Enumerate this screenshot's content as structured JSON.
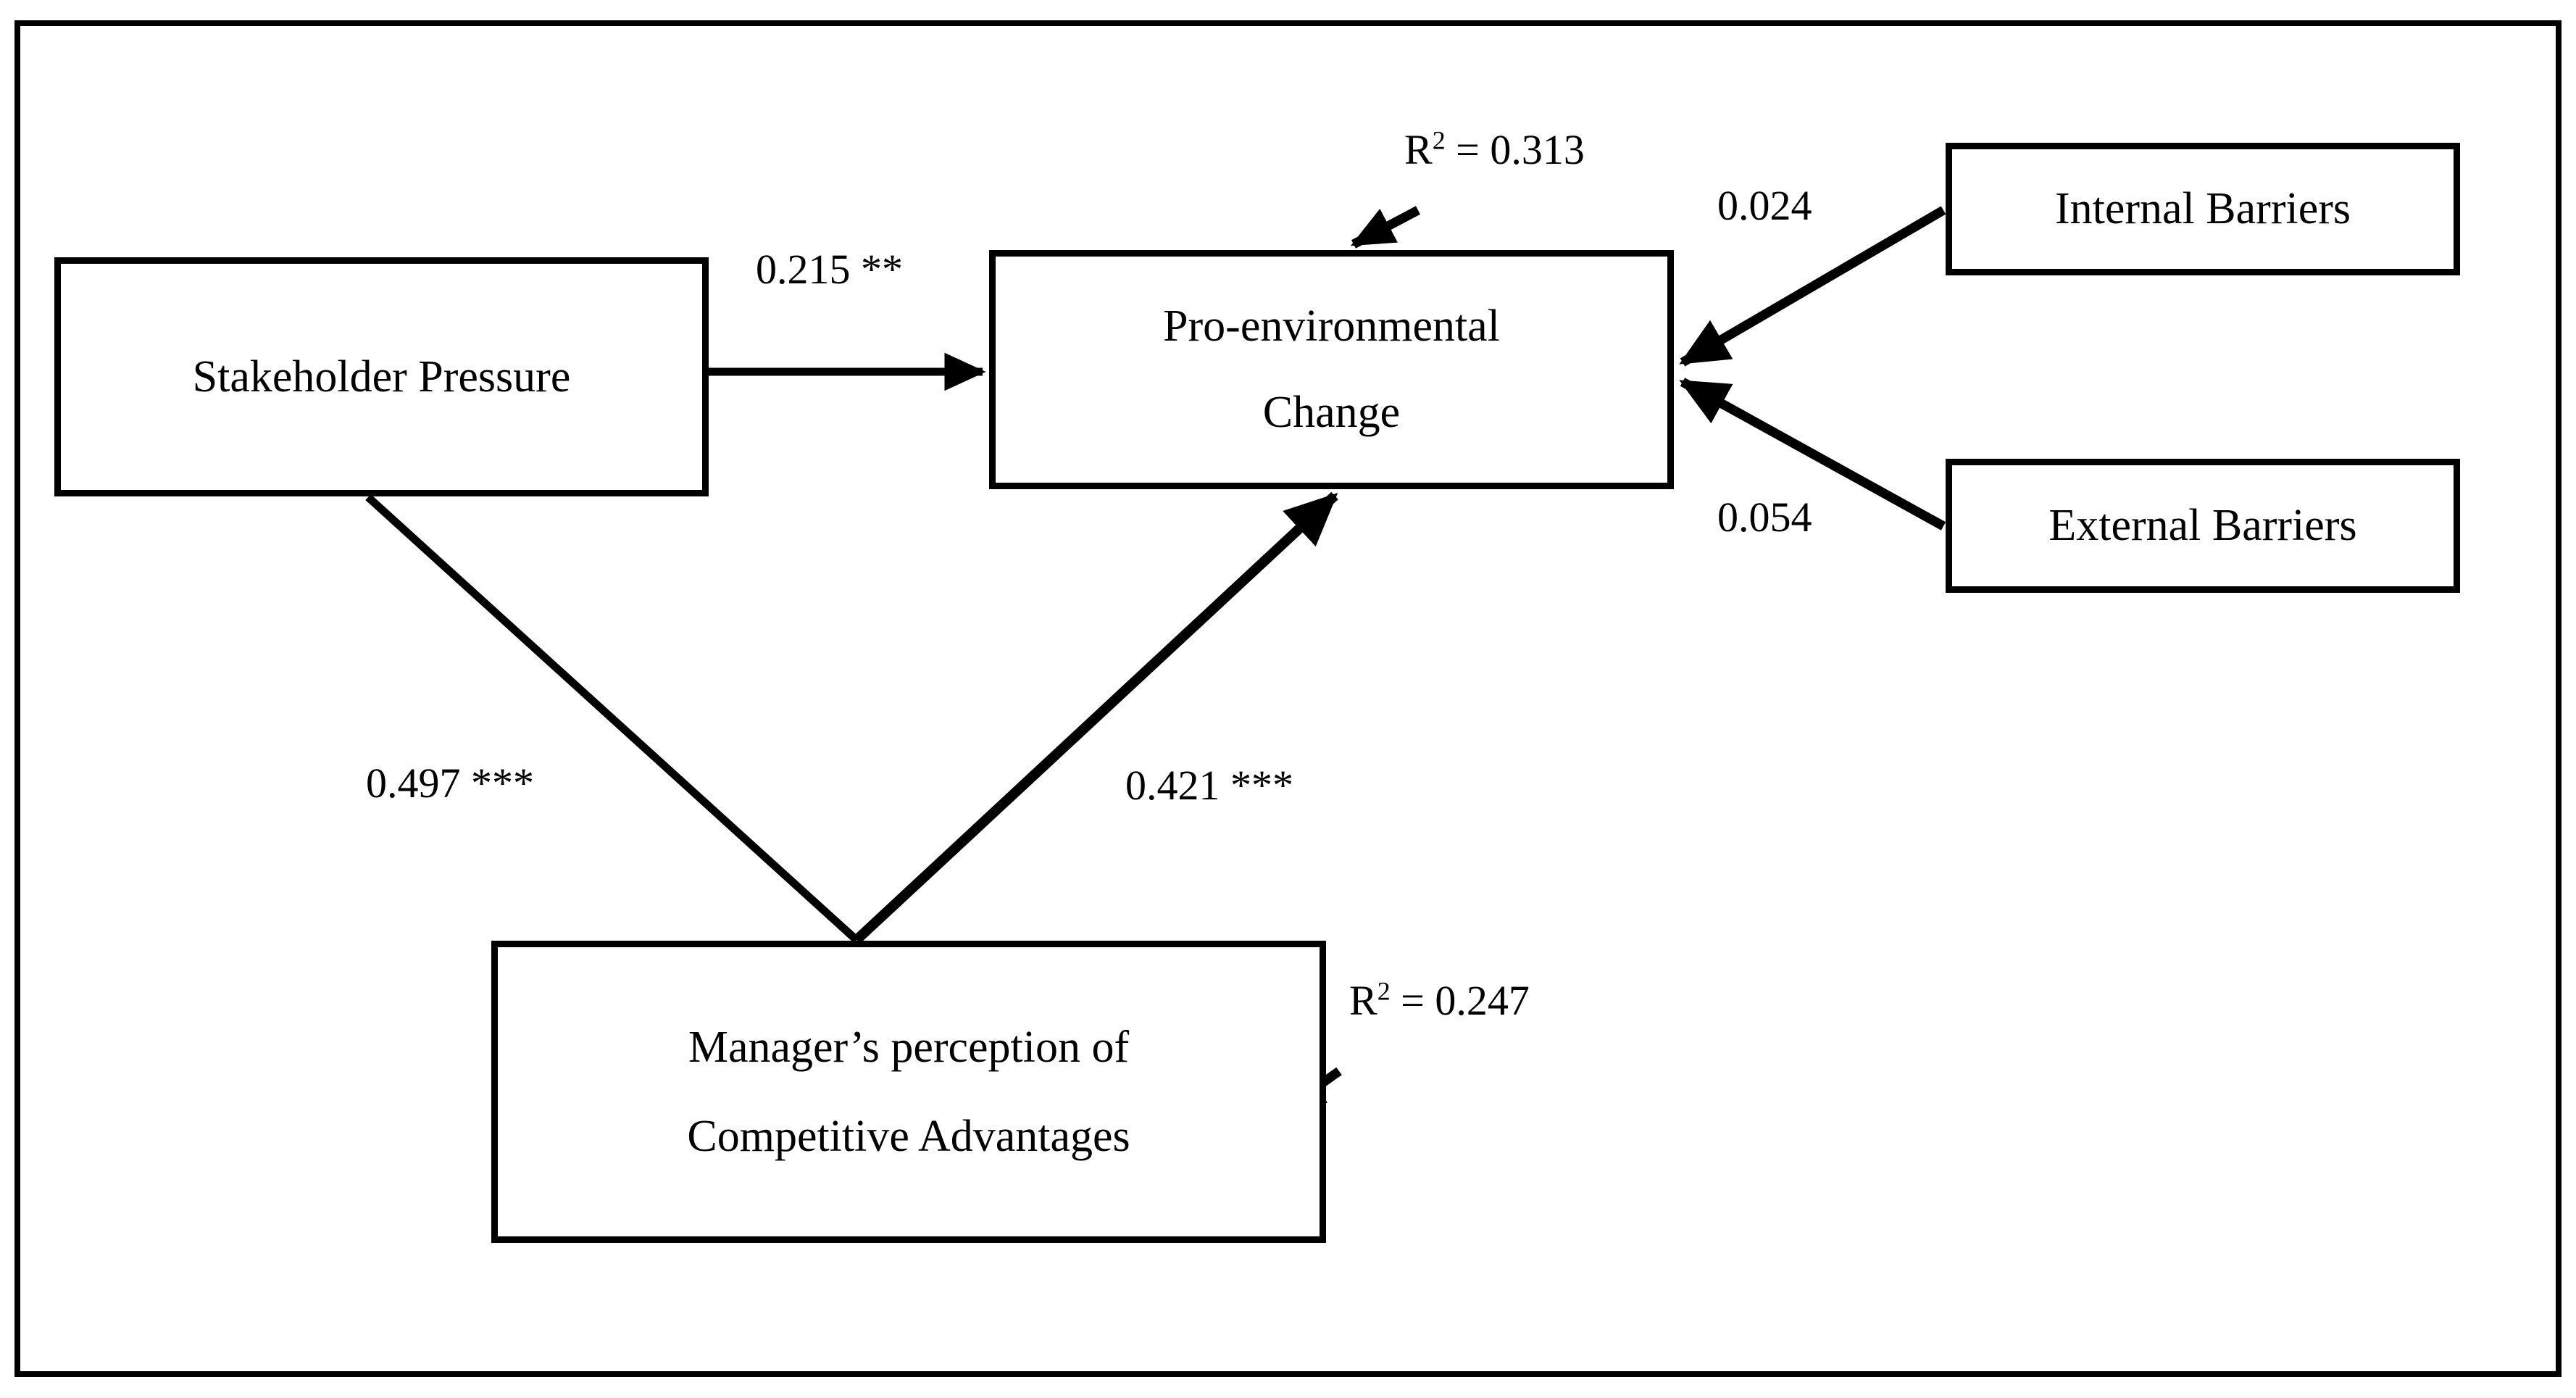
{
  "figure": {
    "type": "path-diagram",
    "description": "Structural equation model of pro-environmental change",
    "frame_border_color": "#000000",
    "background_color": "#ffffff",
    "node_border_color": "#000000",
    "text_color": "#000000"
  },
  "nodes": {
    "stakeholder_pressure": {
      "label": "Stakeholder Pressure"
    },
    "pro_environmental_change": {
      "line1": "Pro-environmental",
      "line2": "Change",
      "r2_label": "R",
      "r2_exponent": "2",
      "r2_value": "= 0.313"
    },
    "internal_barriers": {
      "label": "Internal Barriers"
    },
    "external_barriers": {
      "label": "External Barriers"
    },
    "managers_perception": {
      "line1": "Manager’s perception of",
      "line2": "Competitive Advantages",
      "r2_label": "R",
      "r2_exponent": "2",
      "r2_value": "= 0.247"
    }
  },
  "edges": {
    "sp_to_pec": {
      "coefficient": "0.215 **"
    },
    "sp_to_mpca": {
      "coefficient": "0.497 ***"
    },
    "mpca_to_pec": {
      "coefficient": "0.421 ***"
    },
    "ib_to_pec": {
      "coefficient": "0.024"
    },
    "eb_to_pec": {
      "coefficient": "0.054"
    }
  },
  "chart_data": {
    "type": "diagram",
    "title": "",
    "constructs": [
      "Stakeholder Pressure",
      "Pro-environmental Change",
      "Internal Barriers",
      "External Barriers",
      "Manager’s perception of Competitive Advantages"
    ],
    "paths": [
      {
        "from": "Stakeholder Pressure",
        "to": "Pro-environmental Change",
        "estimate": 0.215,
        "significance": "**"
      },
      {
        "from": "Stakeholder Pressure",
        "to": "Manager’s perception of Competitive Advantages",
        "estimate": 0.497,
        "significance": "***"
      },
      {
        "from": "Manager’s perception of Competitive Advantages",
        "to": "Pro-environmental Change",
        "estimate": 0.421,
        "significance": "***"
      },
      {
        "from": "Internal Barriers",
        "to": "Pro-environmental Change",
        "estimate": 0.024,
        "significance": ""
      },
      {
        "from": "External Barriers",
        "to": "Pro-environmental Change",
        "estimate": 0.054,
        "significance": ""
      }
    ],
    "r_squared": [
      {
        "construct": "Pro-environmental Change",
        "value": 0.313
      },
      {
        "construct": "Manager’s perception of Competitive Advantages",
        "value": 0.247
      }
    ]
  }
}
